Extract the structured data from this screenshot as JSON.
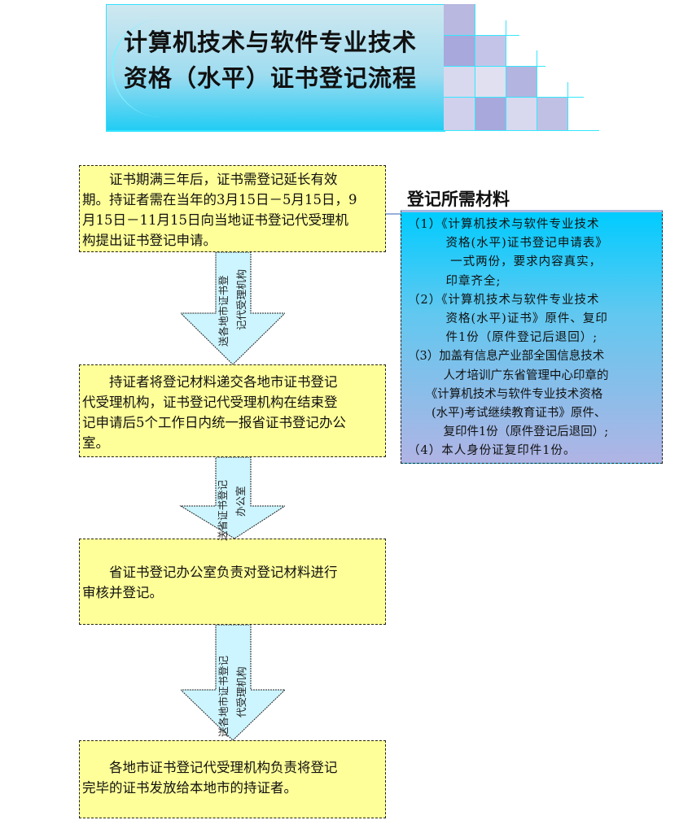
{
  "title": {
    "line1": "计算机技术与软件专业技术",
    "line2": "资格（水平）证书登记流程"
  },
  "steps": [
    {
      "lines": [
        "　　证书期满三年后，证书需登记延长有效",
        "期。持证者需在当年的3月15日－5月15日，9",
        "月15日－11月15日向当地证书登记代受理机",
        "构提出证书登记申请。"
      ]
    },
    {
      "lines": [
        "　　持证者将登记材料递交各地市证书登记",
        "代受理机构，证书登记代受理机构在结束登",
        "记申请后5个工作日内统一报省证书登记办公",
        "室。"
      ]
    },
    {
      "lines": [
        "　　省证书登记办公室负责对登记材料进行",
        "审核并登记。"
      ]
    },
    {
      "lines": [
        "　　各地市证书登记代受理机构负责将登记",
        "完毕的证书发放给本地市的持证者。"
      ]
    }
  ],
  "arrows": [
    {
      "line1": "送各地市证书登",
      "line2": "记代受理机构"
    },
    {
      "line1": "送省证书登记",
      "line2": "办公室"
    },
    {
      "line1": "送各地市证书登记",
      "line2": "代受理机构"
    }
  ],
  "materials": {
    "title": "登记所需材料",
    "lines": [
      "（1）《计算机技术与软件专业技术",
      "　　　资格(水平)证书登记申请表》",
      "　　　 一式两份，要求内容真实，",
      "　　　印章齐全;",
      "（2）《计算机技术与软件专业技术",
      "　　　资格(水平)证书》原件、复印",
      "　　　件1份（原件登记后退回）;",
      "（3）加盖有信息产业部全国信息技术",
      "　　　人才培训广东省管理中心印章的",
      "　　《计算机技术与软件专业技术资格",
      "　　(水平)考试继续教育证书》原件、",
      "　　　复印件1份（原件登记后退回）;",
      "（4）本人身份证复印件1份。"
    ]
  },
  "colors": {
    "box": "#ffff99",
    "arrow": "#ccf5ff",
    "panel_top": "#00ccff",
    "panel_bottom": "#b0b4e4"
  }
}
